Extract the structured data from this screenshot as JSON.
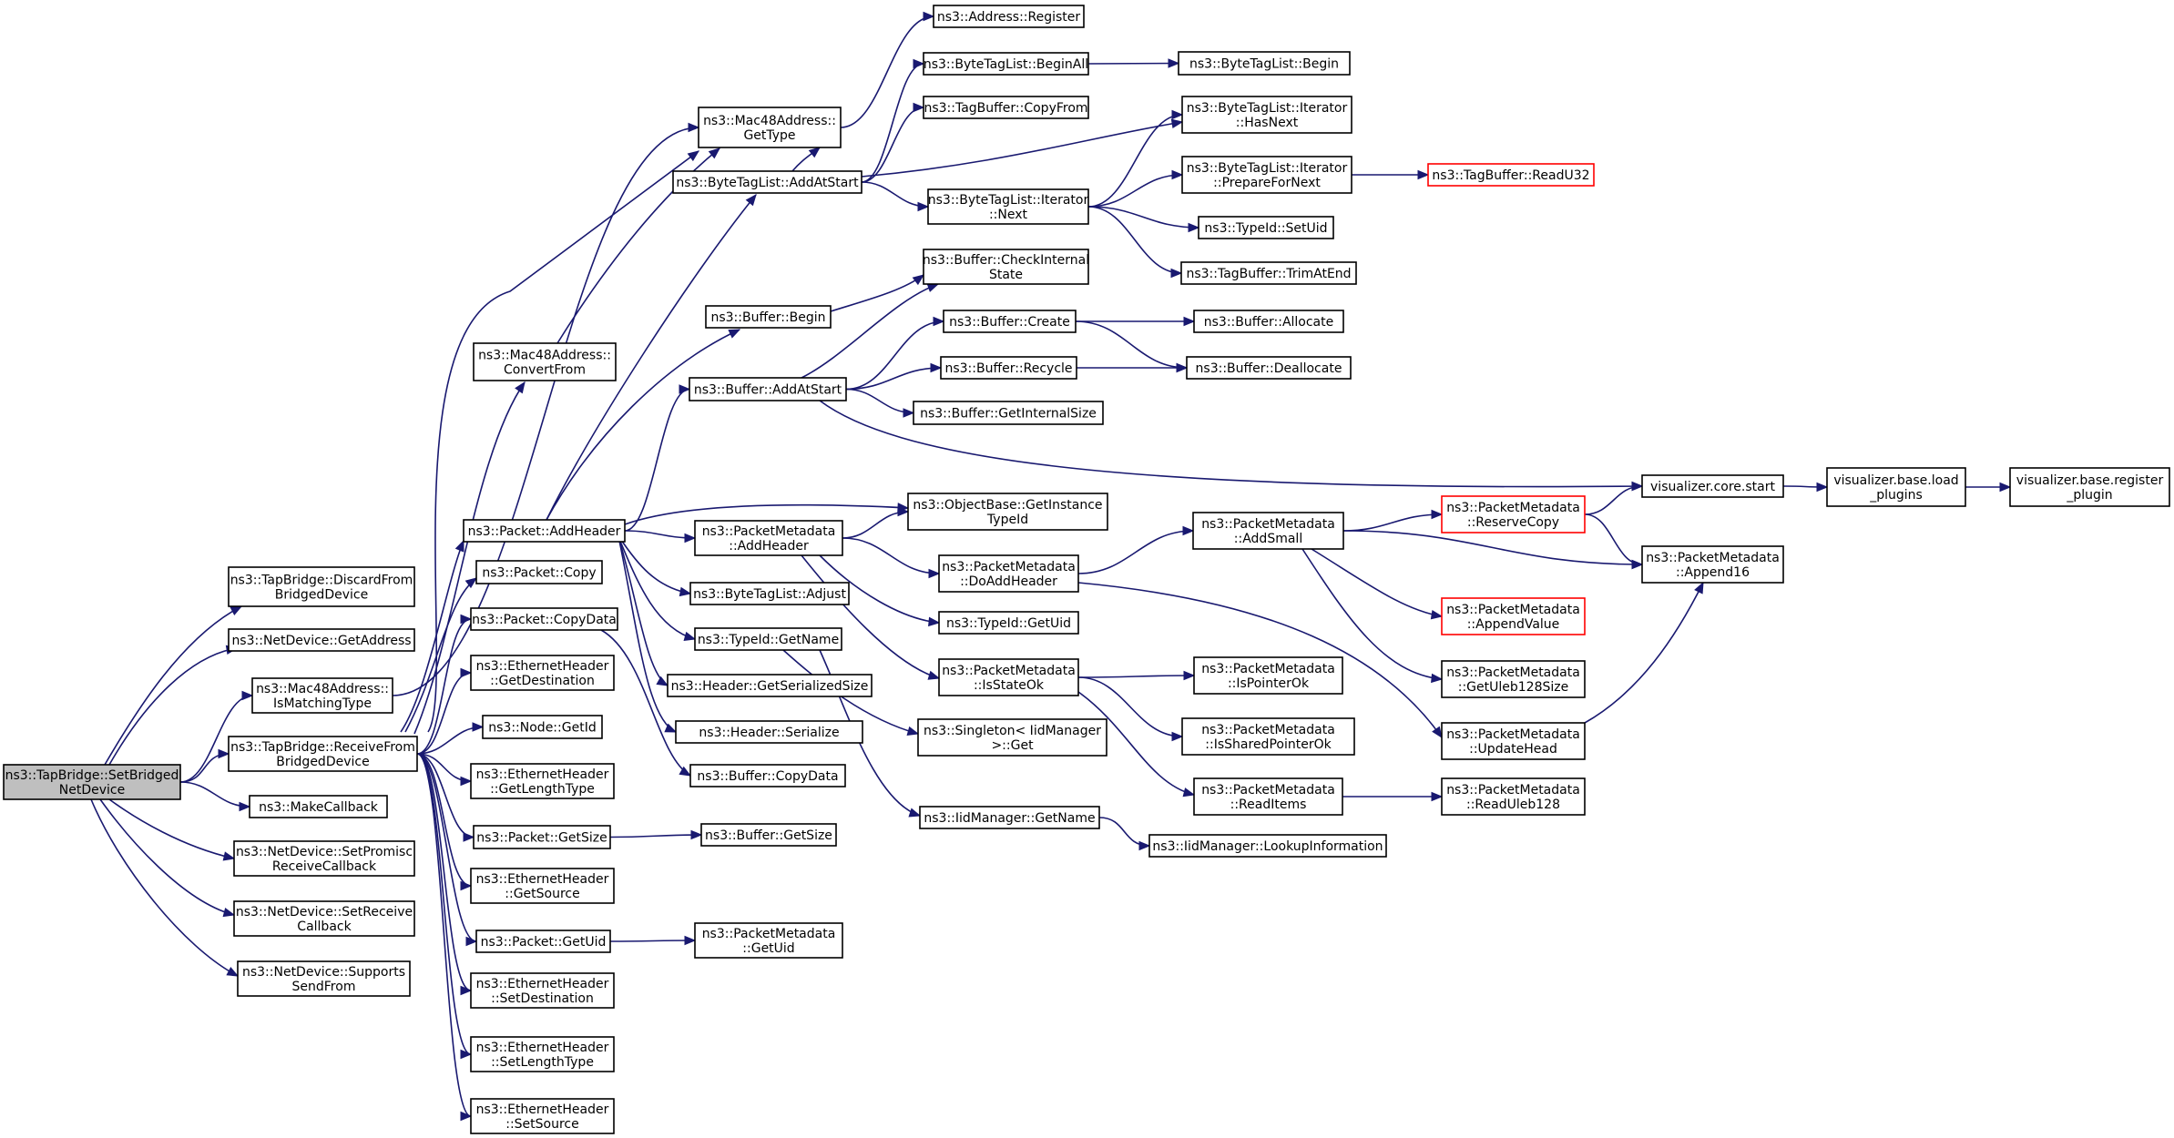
{
  "graph": {
    "nodes": [
      {
        "id": "root",
        "lines": [
          "ns3::TapBridge::SetBridged",
          "NetDevice"
        ],
        "root": true
      },
      {
        "id": "discard",
        "lines": [
          "ns3::TapBridge::DiscardFrom",
          "BridgedDevice"
        ]
      },
      {
        "id": "getaddress",
        "lines": [
          "ns3::NetDevice::GetAddress"
        ]
      },
      {
        "id": "ismatching",
        "lines": [
          "ns3::Mac48Address::",
          "IsMatchingType"
        ]
      },
      {
        "id": "receivefrom",
        "lines": [
          "ns3::TapBridge::ReceiveFrom",
          "BridgedDevice"
        ]
      },
      {
        "id": "makecallback",
        "lines": [
          "ns3::MakeCallback"
        ]
      },
      {
        "id": "setpromisc",
        "lines": [
          "ns3::NetDevice::SetPromisc",
          "ReceiveCallback"
        ]
      },
      {
        "id": "setreceive",
        "lines": [
          "ns3::NetDevice::SetReceive",
          "Callback"
        ]
      },
      {
        "id": "supports",
        "lines": [
          "ns3::NetDevice::Supports",
          "SendFrom"
        ]
      },
      {
        "id": "mac48gettype",
        "lines": [
          "ns3::Mac48Address::",
          "GetType"
        ]
      },
      {
        "id": "mac48convert",
        "lines": [
          "ns3::Mac48Address::",
          "ConvertFrom"
        ]
      },
      {
        "id": "addheader",
        "lines": [
          "ns3::Packet::AddHeader"
        ]
      },
      {
        "id": "pktcopy",
        "lines": [
          "ns3::Packet::Copy"
        ]
      },
      {
        "id": "pktcopydata",
        "lines": [
          "ns3::Packet::CopyData"
        ]
      },
      {
        "id": "ethgetdest",
        "lines": [
          "ns3::EthernetHeader",
          "::GetDestination"
        ]
      },
      {
        "id": "nodegetid",
        "lines": [
          "ns3::Node::GetId"
        ]
      },
      {
        "id": "ethgetlen",
        "lines": [
          "ns3::EthernetHeader",
          "::GetLengthType"
        ]
      },
      {
        "id": "pktgetsize",
        "lines": [
          "ns3::Packet::GetSize"
        ]
      },
      {
        "id": "ethgetsrc",
        "lines": [
          "ns3::EthernetHeader",
          "::GetSource"
        ]
      },
      {
        "id": "pktgetuid",
        "lines": [
          "ns3::Packet::GetUid"
        ]
      },
      {
        "id": "ethsetdest",
        "lines": [
          "ns3::EthernetHeader",
          "::SetDestination"
        ]
      },
      {
        "id": "ethsetlen",
        "lines": [
          "ns3::EthernetHeader",
          "::SetLengthType"
        ]
      },
      {
        "id": "ethsetsrc",
        "lines": [
          "ns3::EthernetHeader",
          "::SetSource"
        ]
      },
      {
        "id": "addrregister",
        "lines": [
          "ns3::Address::Register"
        ]
      },
      {
        "id": "btladdatstart",
        "lines": [
          "ns3::ByteTagList::AddAtStart"
        ]
      },
      {
        "id": "bufbegin",
        "lines": [
          "ns3::Buffer::Begin"
        ]
      },
      {
        "id": "bufaddatstart",
        "lines": [
          "ns3::Buffer::AddAtStart"
        ]
      },
      {
        "id": "pmaddheader",
        "lines": [
          "ns3::PacketMetadata",
          "::AddHeader"
        ]
      },
      {
        "id": "btladjust",
        "lines": [
          "ns3::ByteTagList::Adjust"
        ]
      },
      {
        "id": "typeidgetname",
        "lines": [
          "ns3::TypeId::GetName"
        ]
      },
      {
        "id": "hdrgetsersize",
        "lines": [
          "ns3::Header::GetSerializedSize"
        ]
      },
      {
        "id": "hdrserialize",
        "lines": [
          "ns3::Header::Serialize"
        ]
      },
      {
        "id": "bufcopydata",
        "lines": [
          "ns3::Buffer::CopyData"
        ]
      },
      {
        "id": "bufgetsize",
        "lines": [
          "ns3::Buffer::GetSize"
        ]
      },
      {
        "id": "pmgetuid",
        "lines": [
          "ns3::PacketMetadata",
          "::GetUid"
        ]
      },
      {
        "id": "btlbeginall",
        "lines": [
          "ns3::ByteTagList::BeginAll"
        ]
      },
      {
        "id": "tbcopyfrom",
        "lines": [
          "ns3::TagBuffer::CopyFrom"
        ]
      },
      {
        "id": "btlitnext",
        "lines": [
          "ns3::ByteTagList::Iterator",
          "::Next"
        ]
      },
      {
        "id": "bufcheckint",
        "lines": [
          "ns3::Buffer::CheckInternal",
          "State"
        ]
      },
      {
        "id": "bufcreate",
        "lines": [
          "ns3::Buffer::Create"
        ]
      },
      {
        "id": "bufrecycle",
        "lines": [
          "ns3::Buffer::Recycle"
        ]
      },
      {
        "id": "bufgetintsize",
        "lines": [
          "ns3::Buffer::GetInternalSize"
        ]
      },
      {
        "id": "objgetinst",
        "lines": [
          "ns3::ObjectBase::GetInstance",
          "TypeId"
        ]
      },
      {
        "id": "pmdoadd",
        "lines": [
          "ns3::PacketMetadata",
          "::DoAddHeader"
        ]
      },
      {
        "id": "typeidgetuid",
        "lines": [
          "ns3::TypeId::GetUid"
        ]
      },
      {
        "id": "pmisstateok",
        "lines": [
          "ns3::PacketMetadata",
          "::IsStateOk"
        ]
      },
      {
        "id": "singleton",
        "lines": [
          "ns3::Singleton< IidManager",
          ">::Get"
        ]
      },
      {
        "id": "iidgetname",
        "lines": [
          "ns3::IidManager::GetName"
        ]
      },
      {
        "id": "btlbegin",
        "lines": [
          "ns3::ByteTagList::Begin"
        ]
      },
      {
        "id": "btlithasnext",
        "lines": [
          "ns3::ByteTagList::Iterator",
          "::HasNext"
        ]
      },
      {
        "id": "btlitprep",
        "lines": [
          "ns3::ByteTagList::Iterator",
          "::PrepareForNext"
        ]
      },
      {
        "id": "typeidsetuid",
        "lines": [
          "ns3::TypeId::SetUid"
        ]
      },
      {
        "id": "tbtrim",
        "lines": [
          "ns3::TagBuffer::TrimAtEnd"
        ]
      },
      {
        "id": "bufallocate",
        "lines": [
          "ns3::Buffer::Allocate"
        ]
      },
      {
        "id": "bufdealloc",
        "lines": [
          "ns3::Buffer::Deallocate"
        ]
      },
      {
        "id": "pmaddsmall",
        "lines": [
          "ns3::PacketMetadata",
          "::AddSmall"
        ]
      },
      {
        "id": "pmisptrok",
        "lines": [
          "ns3::PacketMetadata",
          "::IsPointerOk"
        ]
      },
      {
        "id": "pmissharedok",
        "lines": [
          "ns3::PacketMetadata",
          "::IsSharedPointerOk"
        ]
      },
      {
        "id": "pmreaditems",
        "lines": [
          "ns3::PacketMetadata",
          "::ReadItems"
        ]
      },
      {
        "id": "iidlookup",
        "lines": [
          "ns3::IidManager::LookupInformation"
        ]
      },
      {
        "id": "tbreadu32",
        "lines": [
          "ns3::TagBuffer::ReadU32"
        ],
        "red": true
      },
      {
        "id": "pmreservecopy",
        "lines": [
          "ns3::PacketMetadata",
          "::ReserveCopy"
        ],
        "red": true
      },
      {
        "id": "pmappendvalue",
        "lines": [
          "ns3::PacketMetadata",
          "::AppendValue"
        ],
        "red": true
      },
      {
        "id": "pmgetuleb",
        "lines": [
          "ns3::PacketMetadata",
          "::GetUleb128Size"
        ]
      },
      {
        "id": "pmupdatehead",
        "lines": [
          "ns3::PacketMetadata",
          "::UpdateHead"
        ]
      },
      {
        "id": "pmreaduleb",
        "lines": [
          "ns3::PacketMetadata",
          "::ReadUleb128"
        ]
      },
      {
        "id": "vizstart",
        "lines": [
          "visualizer.core.start"
        ]
      },
      {
        "id": "pmappend16",
        "lines": [
          "ns3::PacketMetadata",
          "::Append16"
        ]
      },
      {
        "id": "vizload",
        "lines": [
          "visualizer.base.load",
          "_plugins"
        ]
      },
      {
        "id": "vizregister",
        "lines": [
          "visualizer.base.register",
          "_plugin"
        ]
      }
    ],
    "edges": [
      [
        "root",
        "discard"
      ],
      [
        "root",
        "getaddress"
      ],
      [
        "root",
        "ismatching"
      ],
      [
        "root",
        "receivefrom"
      ],
      [
        "root",
        "makecallback"
      ],
      [
        "root",
        "setpromisc"
      ],
      [
        "root",
        "setreceive"
      ],
      [
        "root",
        "supports"
      ],
      [
        "ismatching",
        "mac48gettype"
      ],
      [
        "receivefrom",
        "mac48gettype"
      ],
      [
        "receivefrom",
        "mac48convert"
      ],
      [
        "receivefrom",
        "addheader"
      ],
      [
        "receivefrom",
        "pktcopy"
      ],
      [
        "receivefrom",
        "pktcopydata"
      ],
      [
        "receivefrom",
        "ethgetdest"
      ],
      [
        "receivefrom",
        "nodegetid"
      ],
      [
        "receivefrom",
        "ethgetlen"
      ],
      [
        "receivefrom",
        "pktgetsize"
      ],
      [
        "receivefrom",
        "ethgetsrc"
      ],
      [
        "receivefrom",
        "pktgetuid"
      ],
      [
        "receivefrom",
        "ethsetdest"
      ],
      [
        "receivefrom",
        "ethsetlen"
      ],
      [
        "receivefrom",
        "ethsetsrc"
      ],
      [
        "mac48gettype",
        "addrregister"
      ],
      [
        "mac48convert",
        "mac48gettype"
      ],
      [
        "addheader",
        "btladdatstart"
      ],
      [
        "addheader",
        "bufbegin"
      ],
      [
        "addheader",
        "bufaddatstart"
      ],
      [
        "addheader",
        "objgetinst"
      ],
      [
        "addheader",
        "pmaddheader"
      ],
      [
        "addheader",
        "btladjust"
      ],
      [
        "addheader",
        "typeidgetname"
      ],
      [
        "addheader",
        "hdrgetsersize"
      ],
      [
        "addheader",
        "hdrserialize"
      ],
      [
        "pktcopydata",
        "bufcopydata"
      ],
      [
        "pktgetsize",
        "bufgetsize"
      ],
      [
        "pktgetuid",
        "pmgetuid"
      ],
      [
        "btladdatstart",
        "btlbeginall"
      ],
      [
        "btladdatstart",
        "tbcopyfrom"
      ],
      [
        "btladdatstart",
        "btlithasnext"
      ],
      [
        "btladdatstart",
        "btlitnext"
      ],
      [
        "btladdatstart",
        "mac48gettype"
      ],
      [
        "bufbegin",
        "bufcheckint"
      ],
      [
        "bufaddatstart",
        "bufcheckint"
      ],
      [
        "bufaddatstart",
        "bufcreate"
      ],
      [
        "bufaddatstart",
        "bufrecycle"
      ],
      [
        "bufaddatstart",
        "bufgetintsize"
      ],
      [
        "bufaddatstart",
        "vizstart"
      ],
      [
        "pmaddheader",
        "objgetinst"
      ],
      [
        "pmaddheader",
        "pmdoadd"
      ],
      [
        "pmaddheader",
        "typeidgetuid"
      ],
      [
        "pmaddheader",
        "pmisstateok"
      ],
      [
        "typeidgetname",
        "singleton"
      ],
      [
        "typeidgetname",
        "iidgetname"
      ],
      [
        "btlbeginall",
        "btlbegin"
      ],
      [
        "btlitnext",
        "btlithasnext"
      ],
      [
        "btlitnext",
        "btlitprep"
      ],
      [
        "btlitnext",
        "typeidsetuid"
      ],
      [
        "btlitnext",
        "tbtrim"
      ],
      [
        "bufcreate",
        "bufallocate"
      ],
      [
        "bufcreate",
        "bufdealloc"
      ],
      [
        "bufrecycle",
        "bufdealloc"
      ],
      [
        "pmdoadd",
        "pmaddsmall"
      ],
      [
        "pmdoadd",
        "pmupdatehead"
      ],
      [
        "pmisstateok",
        "pmisptrok"
      ],
      [
        "pmisstateok",
        "pmissharedok"
      ],
      [
        "pmisstateok",
        "pmreaditems"
      ],
      [
        "iidgetname",
        "iidlookup"
      ],
      [
        "btlitprep",
        "tbreadu32"
      ],
      [
        "pmaddsmall",
        "pmreservecopy"
      ],
      [
        "pmaddsmall",
        "pmappend16"
      ],
      [
        "pmaddsmall",
        "pmappendvalue"
      ],
      [
        "pmaddsmall",
        "pmgetuleb"
      ],
      [
        "pmreaditems",
        "pmreaduleb"
      ],
      [
        "pmreservecopy",
        "vizstart"
      ],
      [
        "pmreservecopy",
        "pmappend16"
      ],
      [
        "pmupdatehead",
        "pmappend16"
      ],
      [
        "vizstart",
        "vizload"
      ],
      [
        "vizload",
        "vizregister"
      ]
    ]
  }
}
